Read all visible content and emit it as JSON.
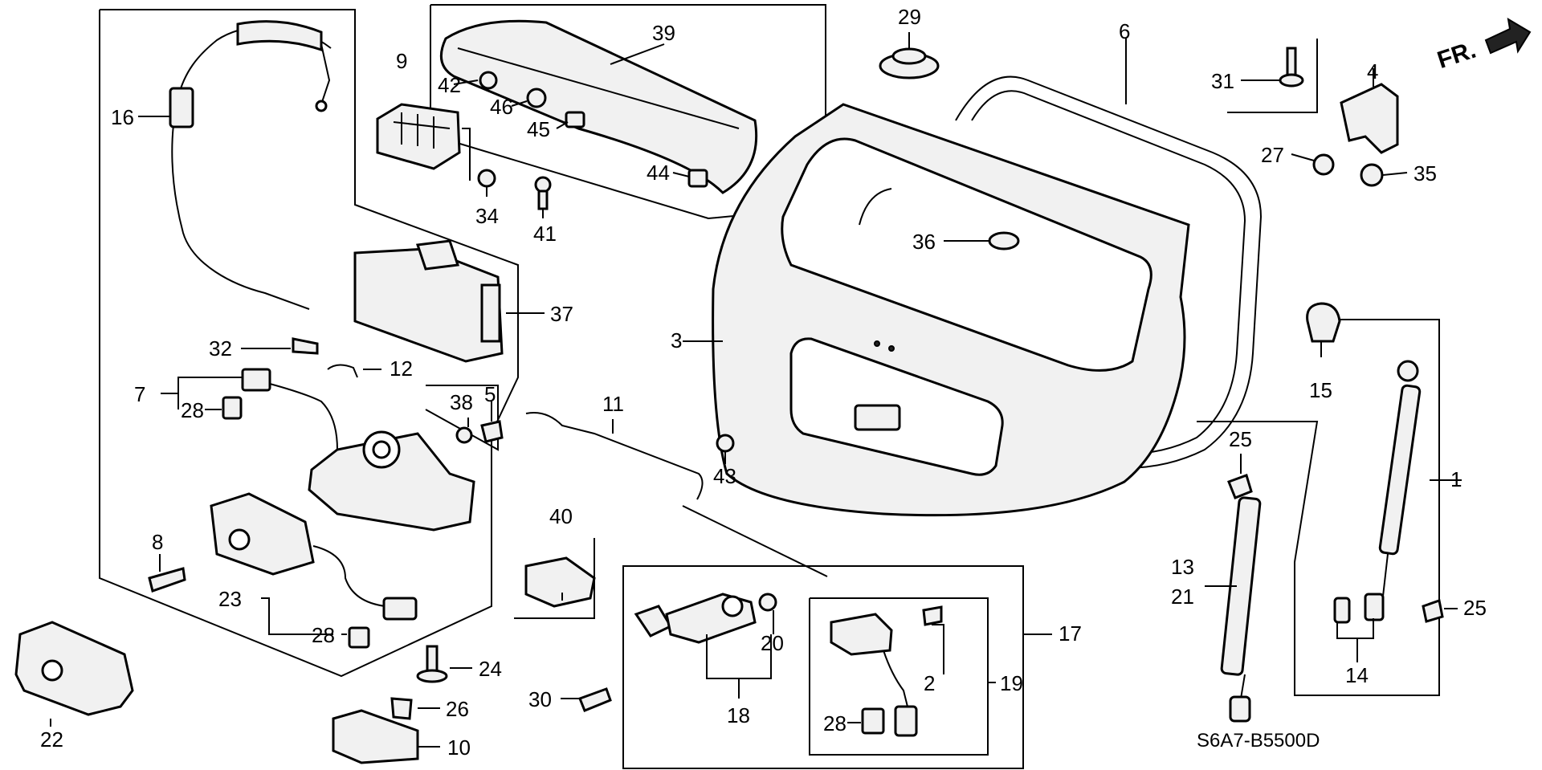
{
  "diagram": {
    "orientation_label": "FR.",
    "diagram_code": "S6A7-B5500D",
    "callouts": {
      "c1": "1",
      "c2": "2",
      "c3": "3",
      "c4": "4",
      "c5": "5",
      "c6": "6",
      "c7": "7",
      "c8": "8",
      "c9": "9",
      "c10": "10",
      "c11": "11",
      "c12": "12",
      "c13": "13",
      "c14": "14",
      "c15": "15",
      "c16": "16",
      "c17": "17",
      "c18": "18",
      "c19": "19",
      "c20": "20",
      "c21": "21",
      "c22": "22",
      "c23": "23",
      "c24": "24",
      "c25a": "25",
      "c25b": "25",
      "c26": "26",
      "c27": "27",
      "c28a": "28",
      "c28b": "28",
      "c28c": "28",
      "c29": "29",
      "c30": "30",
      "c31": "31",
      "c32": "32",
      "c34": "34",
      "c35": "35",
      "c36": "36",
      "c37": "37",
      "c38": "38",
      "c39": "39",
      "c40": "40",
      "c41": "41",
      "c42": "42",
      "c43": "43",
      "c44": "44",
      "c45": "45",
      "c46": "46"
    }
  }
}
